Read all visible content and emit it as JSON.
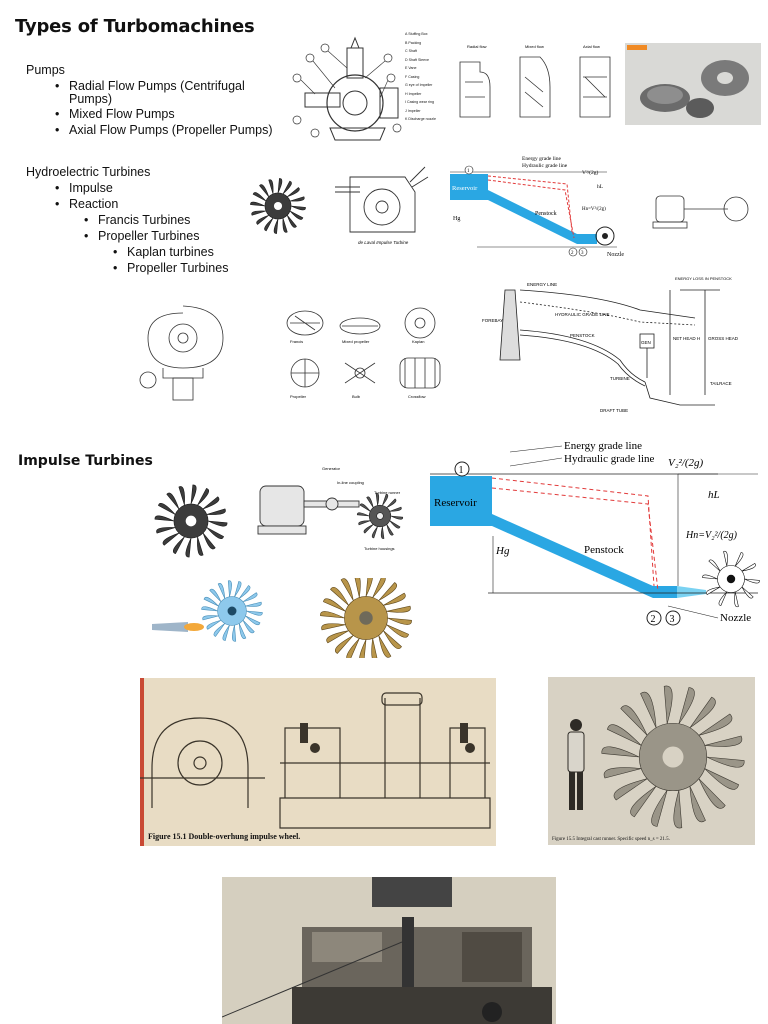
{
  "title": "Types of Turbomachines",
  "pumps": {
    "heading": "Pumps",
    "items": [
      "Radial Flow Pumps (Centrifugal",
      "Pumps)",
      "Mixed Flow Pumps",
      "Axial Flow Pumps (Propeller Pumps)"
    ]
  },
  "turbines": {
    "heading": "Hydroelectric Turbines",
    "impulse": "Impulse",
    "reaction": "Reaction",
    "francis": "Francis Turbines",
    "propeller": "Propeller Turbines",
    "kaplan": "Kaplan turbines",
    "propeller2": "Propeller Turbines"
  },
  "section2": "Impulse Turbines",
  "pump_legend": [
    "A  Stuffing Box",
    "B  Packing",
    "C  Shaft",
    "D  Shaft Sleeve",
    "E  Vane",
    "F  Casing",
    "G  eye of Impeller",
    "H  Impeller",
    "I  Casing wear ring",
    "J  Impeller",
    "K  Discharge nozzle"
  ],
  "pump_types": [
    "Radial flow",
    "Mixed flow",
    "Axial flow"
  ],
  "small_diagram": {
    "energy": "Energy grade line",
    "hydraulic": "Hydraulic grade line",
    "reservoir": "Reservoir",
    "penstock": "Penstock",
    "nozzle": "Nozzle",
    "v2": "V²/(2g)",
    "hl": "hL",
    "hn": "Hn=V²/(2g)",
    "hg": "Hg",
    "n1": "1",
    "n2": "2",
    "n3": "3"
  },
  "big_diagram": {
    "energy": "Energy grade line",
    "hydraulic": "Hydraulic grade line",
    "reservoir": "Reservoir",
    "penstock": "Penstock",
    "nozzle": "Nozzle",
    "v2": "V₂²/(2g)",
    "hl": "hL",
    "hn": "Hn=V₂²/(2g)",
    "hg": "Hg",
    "n1": "1",
    "n2": "2",
    "n3": "3"
  },
  "station": {
    "energy_line": "ENERGY LINE",
    "hyd_line": "HYDRAULIC GRADE LINE",
    "forebay": "FOREBAY",
    "penstock": "PENSTOCK",
    "gen": "GEN",
    "turbine": "TURBINE",
    "draft": "DRAFT TUBE",
    "tailrace": "TAILRACE",
    "energy_loss": "ENERGY LOSS IN PENSTOCK",
    "net_head": "NET HEAD H",
    "gross_head": "GROSS HEAD"
  },
  "motor_labels": [
    "Generator",
    "In-line coupling",
    "Turbine runner",
    "Turbine housings"
  ],
  "pelton_caption": "de Laval Impulse Turbine",
  "fig151": "Figure 15.1  Double-overhung impulse wheel.",
  "fig155": "Figure 15.5  Integral cast runner.  Specific speed n_s = 21.5.",
  "runner_labels": [
    "Francis",
    "Mixed propeller",
    "Kaplan",
    "Propeller",
    "Bulb",
    "Crossflow"
  ],
  "colors": {
    "water": "#2aa7e3",
    "dashed": "#e23b3b"
  }
}
